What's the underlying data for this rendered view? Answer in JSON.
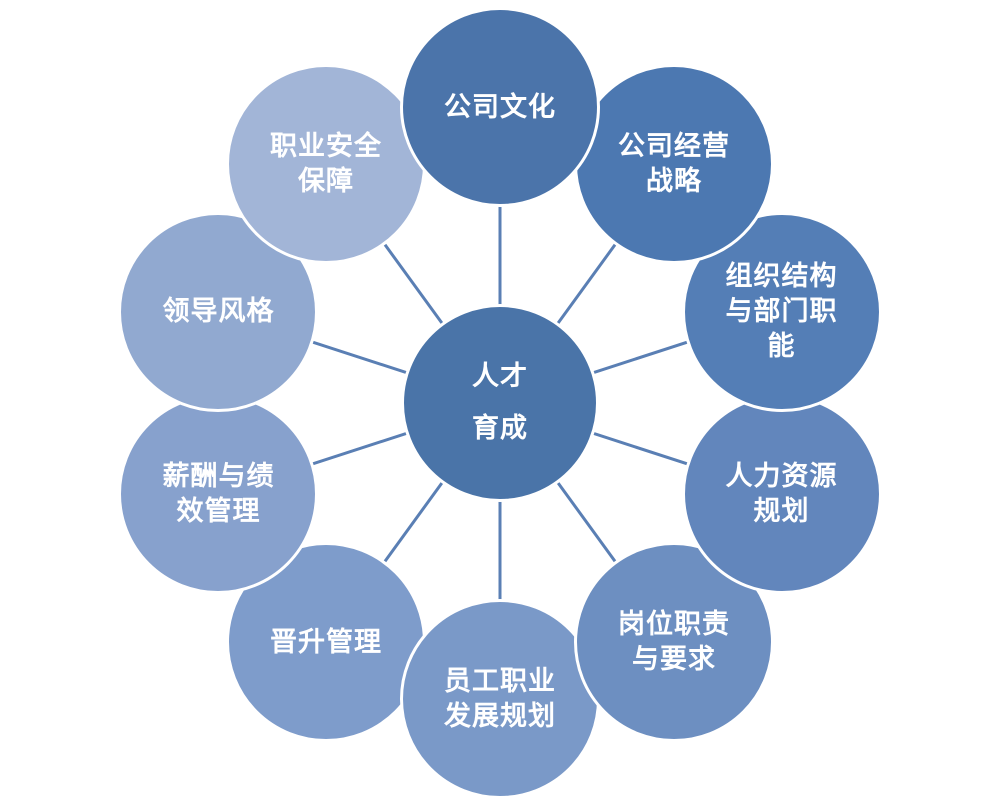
{
  "center": {
    "label": "人才\n育成",
    "color": "#4a74a8"
  },
  "petals": [
    {
      "id": "company-culture",
      "label": "公司文化",
      "color": "#4b74aa"
    },
    {
      "id": "business-strategy",
      "label": "公司经营\n战略",
      "color": "#4c78b1"
    },
    {
      "id": "org-structure",
      "label": "组织结构\n与部门职\n能",
      "color": "#547eb6"
    },
    {
      "id": "hr-planning",
      "label": "人力资源\n规划",
      "color": "#6286bc"
    },
    {
      "id": "job-duties",
      "label": "岗位职责\n与要求",
      "color": "#6d8fc1"
    },
    {
      "id": "career-development",
      "label": "员工职业\n发展规划",
      "color": "#7a99c8"
    },
    {
      "id": "promotion-management",
      "label": "晋升管理",
      "color": "#7e9ccb"
    },
    {
      "id": "compensation",
      "label": "薪酬与绩\n效管理",
      "color": "#87a1cd"
    },
    {
      "id": "leadership-style",
      "label": "领导风格",
      "color": "#91a9d0"
    },
    {
      "id": "occupational-safety",
      "label": "职业安全\n保障",
      "color": "#a2b5d7"
    }
  ],
  "colors": {
    "spoke": "#5a7fb4",
    "outline": "#ffffff"
  }
}
